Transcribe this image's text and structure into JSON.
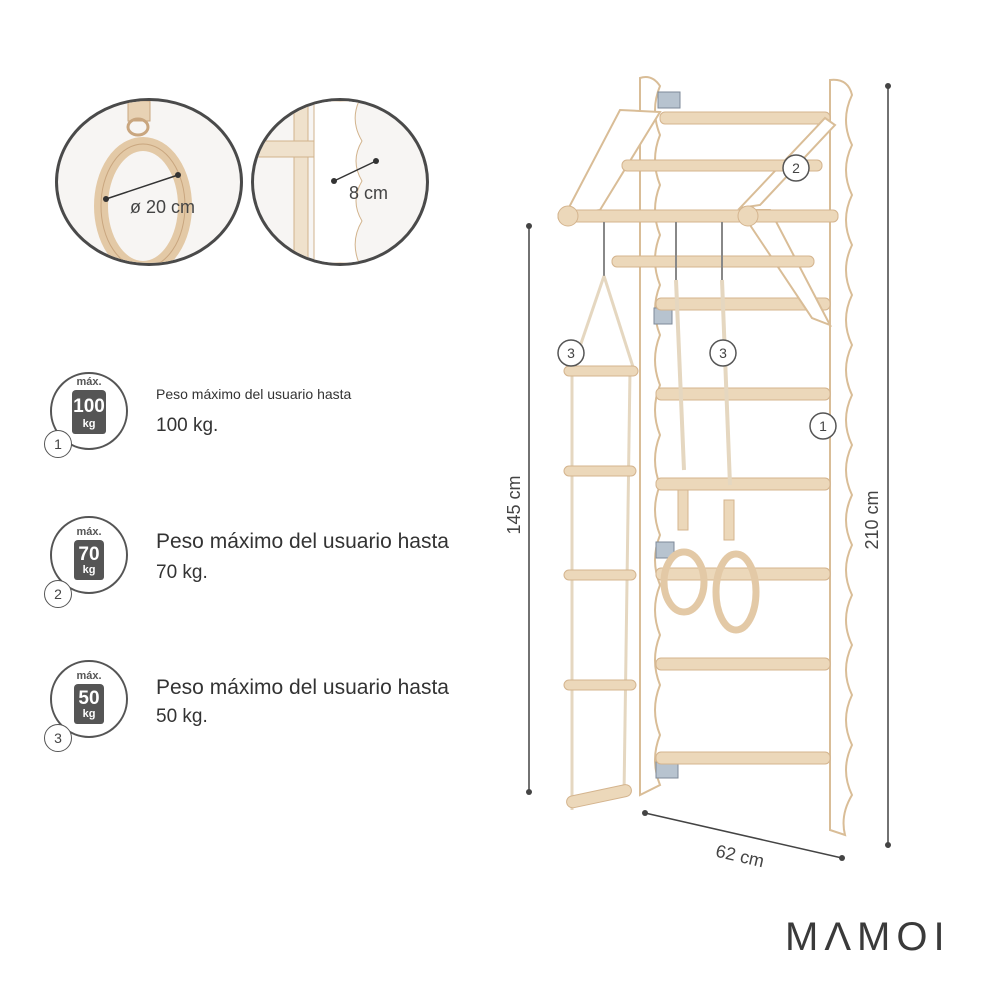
{
  "details": {
    "ring_diameter": "ø 20 cm",
    "bar_depth": "8 cm"
  },
  "weight_limits": [
    {
      "marker": "1",
      "badge_top": "máx.",
      "badge_value": "100",
      "badge_unit": "kg",
      "title": "Peso máximo del usuario hasta",
      "value": "100 kg."
    },
    {
      "marker": "2",
      "badge_top": "máx.",
      "badge_value": "70",
      "badge_unit": "kg",
      "title": "Peso máximo del usuario hasta",
      "value": "70 kg."
    },
    {
      "marker": "3",
      "badge_top": "máx.",
      "badge_value": "50",
      "badge_unit": "kg",
      "title": "Peso máximo del usuario hasta",
      "value": "50 kg."
    }
  ],
  "dimensions": {
    "height_total": "210 cm",
    "height_ladder": "145 cm",
    "width": "62 cm"
  },
  "product_markers": {
    "wall_ladder": "1",
    "pull_up_bar": "2",
    "rope_ladder": "3",
    "rings": "3"
  },
  "brand": "MΛMOI",
  "colors": {
    "wood": "#e8d2b4",
    "wood_dark": "#d4b48e",
    "frame": "#ffffff",
    "outline": "#555555",
    "text": "#333333"
  }
}
